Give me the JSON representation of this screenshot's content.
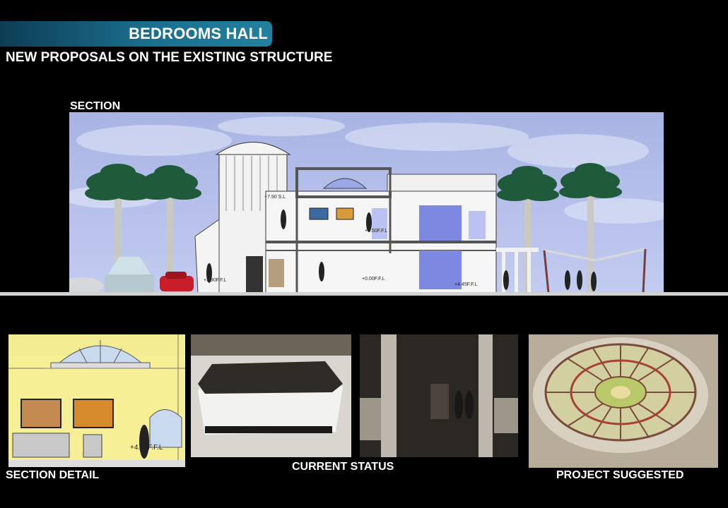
{
  "header": {
    "title": "BEDROOMS HALL",
    "subtitle": "NEW PROPOSALS ON THE EXISTING STRUCTURE"
  },
  "section": {
    "label": "SECTION",
    "levels": [
      "+7.90 S.L",
      "+4.50F.F.L",
      "+3.90F.F.L",
      "+4.45F.F.L",
      "+0.00F.F.L"
    ]
  },
  "photos": {
    "section_detail_label": "SECTION DETAIL",
    "section_detail_level": "+4.50F.F.L",
    "current_status_label": "CURRENT STATUS",
    "project_suggested_label": "PROJECT SUGGESTED"
  },
  "colors": {
    "banner": "#1a6f8e",
    "sky": "#a9b5e6",
    "detail_wall": "#f6ef95"
  }
}
